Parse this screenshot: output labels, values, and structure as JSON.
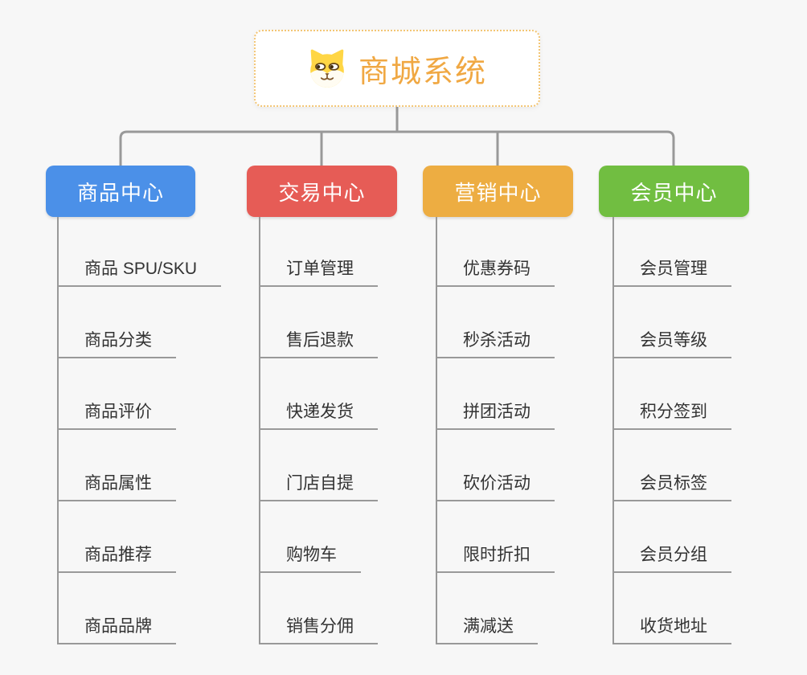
{
  "page": {
    "background": "#f7f7f7"
  },
  "connectors": {
    "color": "#999999"
  },
  "root": {
    "title": "商城系统",
    "title_color": "#f0a843",
    "border_color": "#f3c574",
    "icon": "dog-face-icon"
  },
  "branches": [
    {
      "label": "商品中心",
      "color": "#4b90e8",
      "children": [
        "商品 SPU/SKU",
        "商品分类",
        "商品评价",
        "商品属性",
        "商品推荐",
        "商品品牌"
      ]
    },
    {
      "label": "交易中心",
      "color": "#e65c56",
      "children": [
        "订单管理",
        "售后退款",
        "快递发货",
        "门店自提",
        "购物车",
        "销售分佣"
      ]
    },
    {
      "label": "营销中心",
      "color": "#edad42",
      "children": [
        "优惠券码",
        "秒杀活动",
        "拼团活动",
        "砍价活动",
        "限时折扣",
        "满减送"
      ]
    },
    {
      "label": "会员中心",
      "color": "#71be41",
      "children": [
        "会员管理",
        "会员等级",
        "积分签到",
        "会员标签",
        "会员分组",
        "收货地址"
      ]
    }
  ]
}
